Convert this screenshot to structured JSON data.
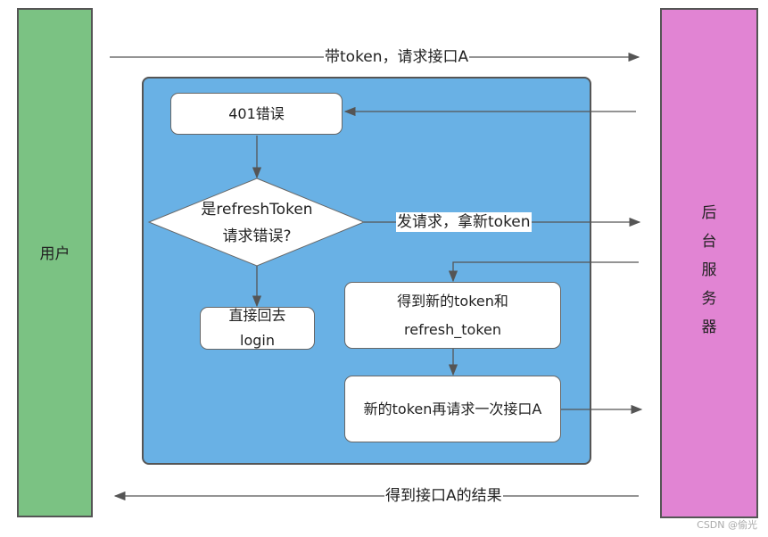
{
  "user_label": "用户",
  "server_label": "后台服务器",
  "edges": {
    "request_a": "带token，请求接口A",
    "get_new_token": "发请求，拿新token",
    "result_a": "得到接口A的结果"
  },
  "nodes": {
    "error_401": "401错误",
    "decision_line1": "是refreshToken",
    "decision_line2": "请求错误?",
    "back_login_line1": "直接回去",
    "back_login_line2": "login",
    "got_tokens_line1": "得到新的token和",
    "got_tokens_line2": "refresh_token",
    "retry_request": "新的token再请求一次接口A"
  },
  "watermark": "CSDN @偷光",
  "colors": {
    "user_column": "#7bc283",
    "server_column": "#e184d3",
    "panel": "#69b1e5"
  }
}
